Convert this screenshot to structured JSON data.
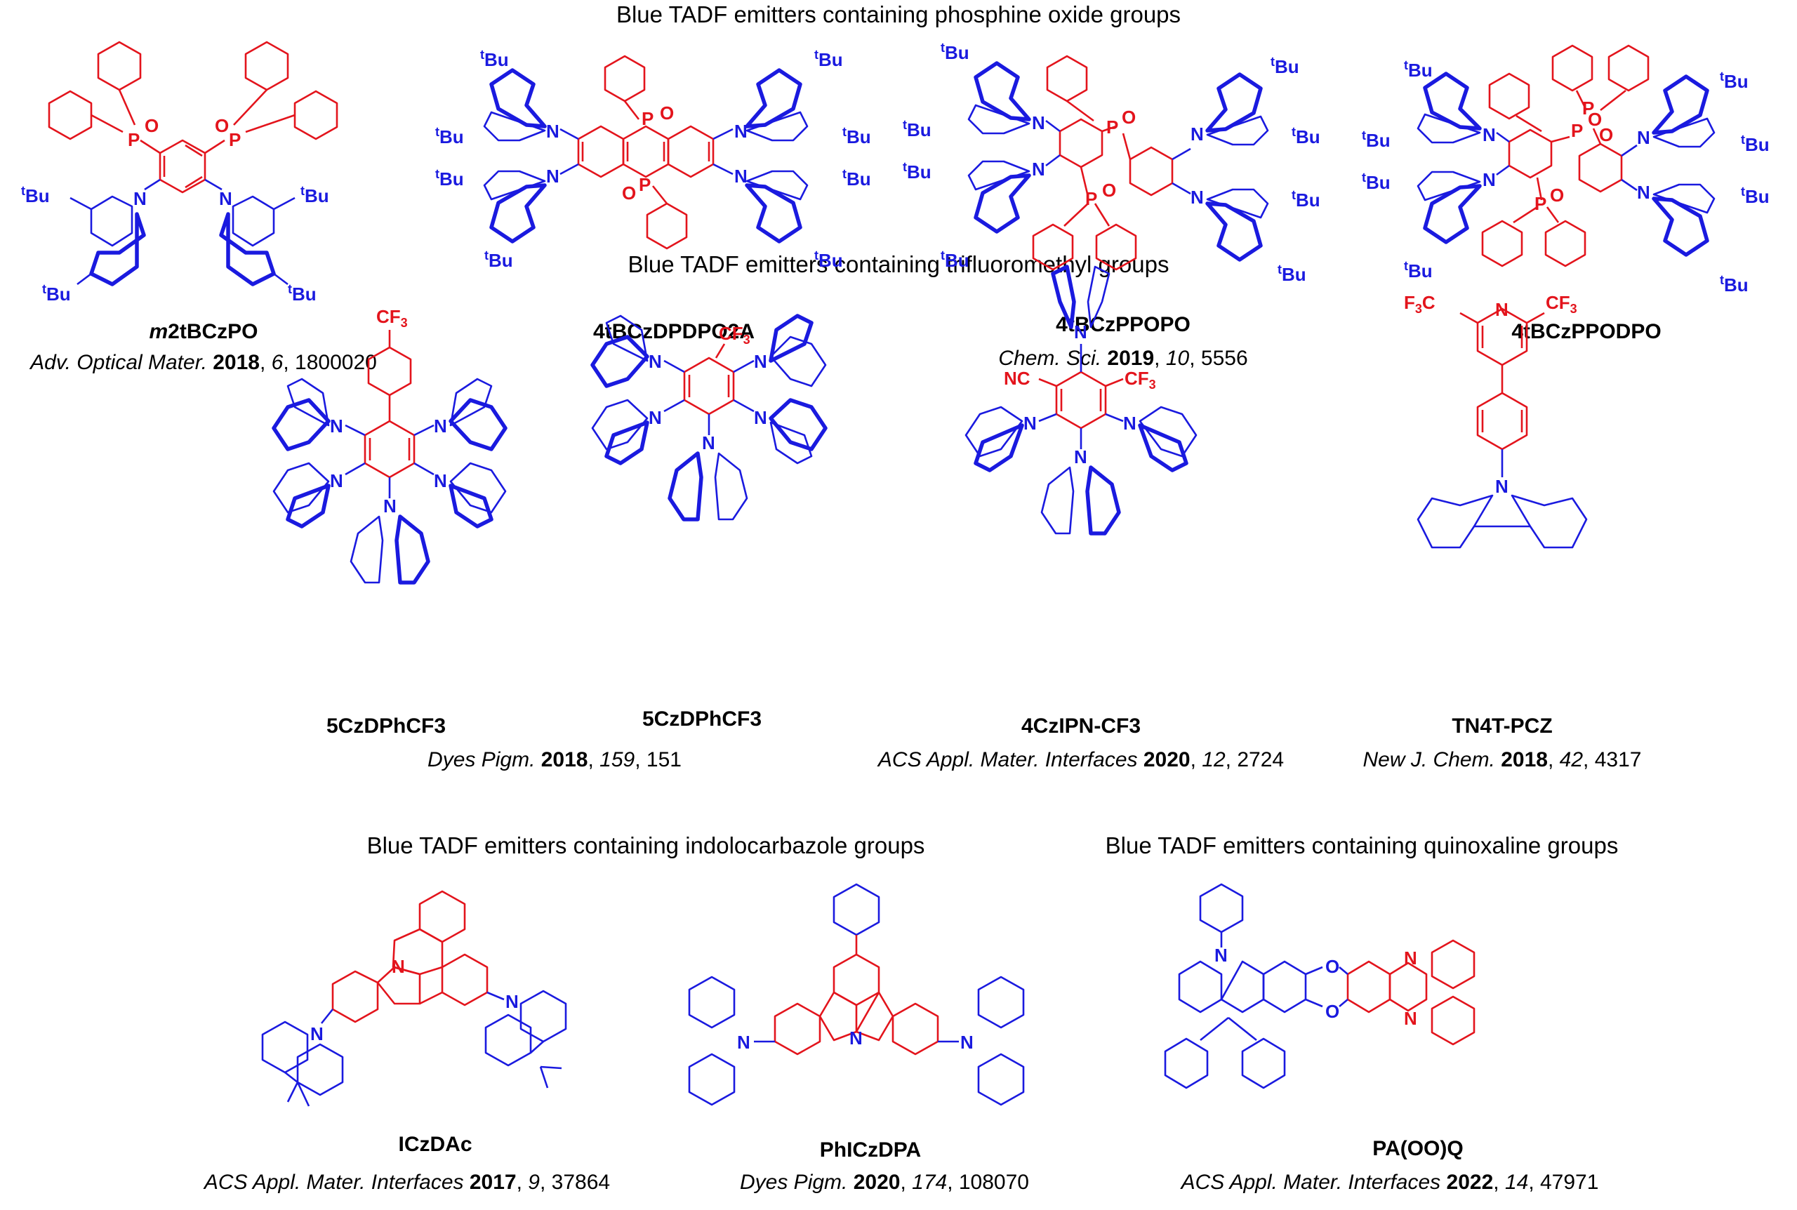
{
  "sections": [
    {
      "title": "Blue TADF emitters containing phosphine oxide groups"
    },
    {
      "title": "Blue TADF emitters containing trifluoromethyl groups"
    },
    {
      "title": "Blue TADF emitters containing indolocarbazole groups"
    },
    {
      "title": "Blue TADF emitters containing quinoxaline groups"
    }
  ],
  "compounds": [
    {
      "name_prefix": "m",
      "name_rest": "2tBCzPO"
    },
    {
      "name": "4tBCzDPDPO2A"
    },
    {
      "name": "4tBCzPPOPO"
    },
    {
      "name": "4tBCzPPODPO"
    },
    {
      "name": "5CzDPhCF3"
    },
    {
      "name": "5CzDPhCF3"
    },
    {
      "name": "4CzIPN-CF3"
    },
    {
      "name": "TN4T-PCZ"
    },
    {
      "name": "ICzDAc"
    },
    {
      "name": "PhICzDPA"
    },
    {
      "name": "PA(OO)Q"
    }
  ],
  "references": [
    {
      "journal": "Adv. Optical Mater.",
      "year": "2018",
      "volume": "6",
      "page": "1800020"
    },
    {
      "journal": "Chem. Sci.",
      "year": "2019",
      "volume": "10",
      "page": "5556"
    },
    {
      "journal": "Dyes Pigm.",
      "year": "2018",
      "volume": "159",
      "page": "151"
    },
    {
      "journal": "ACS Appl. Mater. Interfaces",
      "year": "2020",
      "volume": "12",
      "page": "2724"
    },
    {
      "journal": "New J. Chem.",
      "year": "2018",
      "volume": "42",
      "page": "4317"
    },
    {
      "journal": "ACS Appl. Mater. Interfaces",
      "year": "2017",
      "volume": "9",
      "page": "37864"
    },
    {
      "journal": "Dyes Pigm.",
      "year": "2020",
      "volume": "174",
      "page": "108070"
    },
    {
      "journal": "ACS Appl. Mater. Interfaces",
      "year": "2022",
      "volume": "14",
      "page": "47971"
    }
  ],
  "atom_labels": {
    "phosphorus": "P",
    "oxygen": "O",
    "nitrogen": "N",
    "tbu_sup": "t",
    "tbu": "Bu",
    "cf3": "CF",
    "cf3_sub": "3",
    "f3c": "F",
    "f3c_sub": "3",
    "f3c_c": "C",
    "nitrile": "NC"
  },
  "colors": {
    "donor": "#1a1adf",
    "acceptor": "#e3141c",
    "text": "#000000"
  }
}
